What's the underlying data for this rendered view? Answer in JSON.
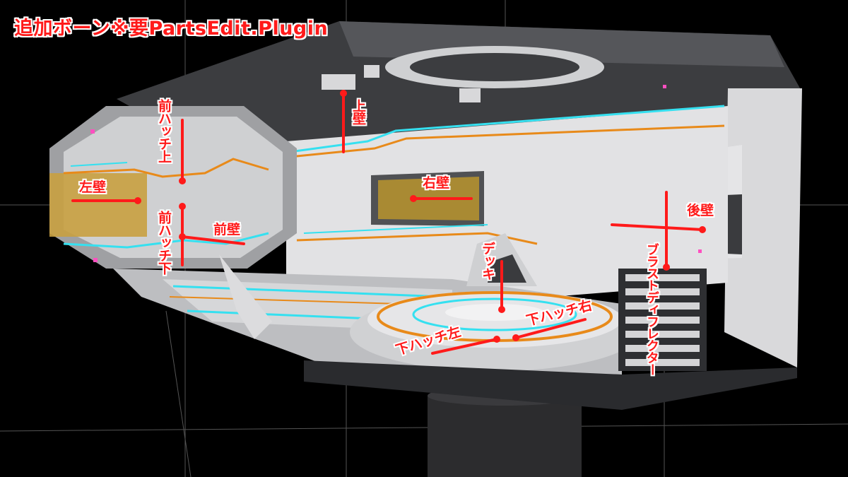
{
  "title": "追加ボーン※要PartsEdit.Plugin",
  "colors": {
    "label": "#ff1a1a",
    "label_outline": "#ffffff",
    "accent_cyan": "#35e0f0",
    "accent_orange": "#e88a1a",
    "panel_yellow": "#c8a040",
    "background": "#000000"
  },
  "labels": {
    "front_hatch_upper": "前ハッチ上",
    "upper_wall": "上壁",
    "left_wall": "左壁",
    "right_wall": "右壁",
    "back_wall": "後壁",
    "front_hatch_lower": "前ハッチ下",
    "front_wall": "前壁",
    "deck": "デッキ",
    "blast_deflector": "ブラストディフレクター",
    "lower_hatch_right": "下ハッチ右",
    "lower_hatch_left": "下ハッチ左"
  }
}
